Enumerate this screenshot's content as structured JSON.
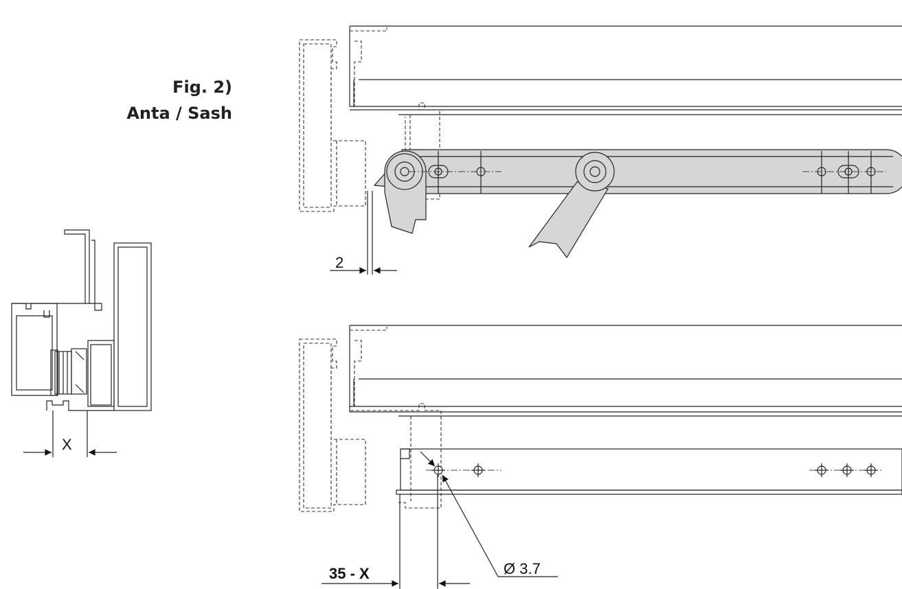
{
  "figure": {
    "title_line1": "Fig. 2)",
    "title_line2": "Anta / Sash"
  },
  "dimensions": {
    "x": "X",
    "gap": "2",
    "offset": "35 - X",
    "diameter": "Ø 3.7"
  }
}
